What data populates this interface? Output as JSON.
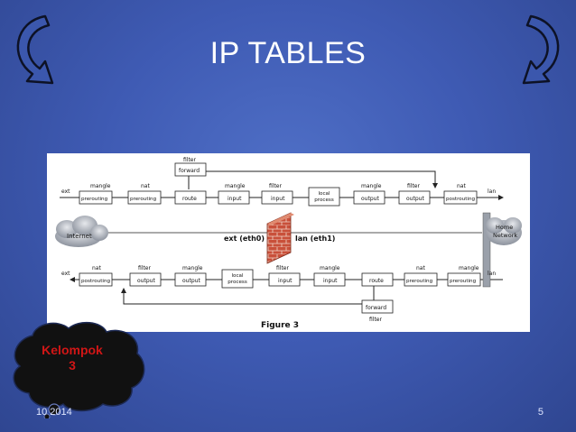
{
  "slide": {
    "title": "IP TABLES",
    "date": "10   2014",
    "page_number": "5",
    "badge_line1": "Kelompok",
    "badge_line2": "3"
  },
  "diagram": {
    "figure_caption": "Figure 3",
    "interfaces": {
      "ext": "ext (eth0)",
      "lan": "lan (eth1)"
    },
    "clouds": {
      "internet": "Internet",
      "home": "Home",
      "network": "Network"
    },
    "edge_labels": {
      "top_left": "ext",
      "top_right": "lan",
      "bottom_left": "ext",
      "bottom_right": "lan"
    },
    "top_row": [
      {
        "table": "mangle",
        "chain": "prerouting"
      },
      {
        "table": "nat",
        "chain": "prerouting"
      },
      {
        "table": "",
        "chain": "route"
      },
      {
        "table": "mangle",
        "chain": "input"
      },
      {
        "table": "filter",
        "chain": "input"
      },
      {
        "table": "",
        "chain": "local process"
      },
      {
        "table": "mangle",
        "chain": "output"
      },
      {
        "table": "filter",
        "chain": "output"
      },
      {
        "table": "nat",
        "chain": "postrouting"
      }
    ],
    "top_forward": {
      "table": "filter",
      "chain": "forward"
    },
    "bottom_row": [
      {
        "table": "nat",
        "chain": "postrouting"
      },
      {
        "table": "filter",
        "chain": "output"
      },
      {
        "table": "mangle",
        "chain": "output"
      },
      {
        "table": "",
        "chain": "local process"
      },
      {
        "table": "filter",
        "chain": "input"
      },
      {
        "table": "mangle",
        "chain": "input"
      },
      {
        "table": "",
        "chain": "route"
      },
      {
        "table": "nat",
        "chain": "prerouting"
      },
      {
        "table": "mangle",
        "chain": "prerouting"
      }
    ],
    "bottom_forward": {
      "table": "filter",
      "chain": "forward"
    }
  }
}
